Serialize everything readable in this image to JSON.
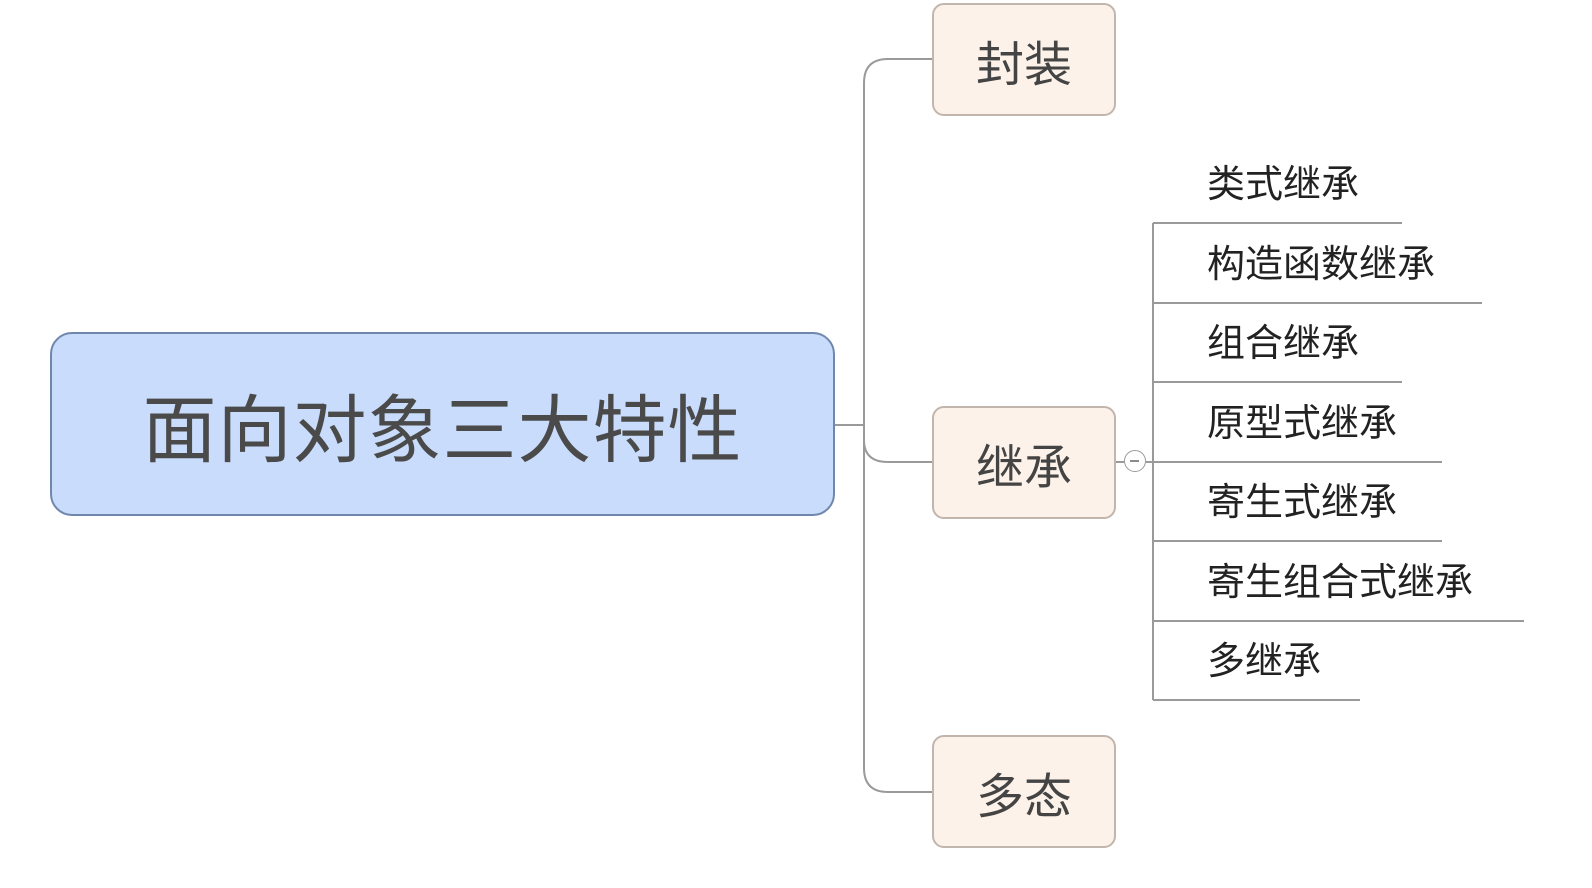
{
  "mindmap": {
    "root": {
      "label": "面向对象三大特性"
    },
    "branches": [
      {
        "label": "封装"
      },
      {
        "label": "继承",
        "collapse_icon": "collapse-minus-icon",
        "children": [
          "类式继承",
          "构造函数继承",
          "组合继承",
          "原型式继承",
          "寄生式继承",
          "寄生组合式继承",
          "多继承"
        ]
      },
      {
        "label": "多态"
      }
    ]
  },
  "colors": {
    "root_fill": "#c9dcfb",
    "root_border": "#6f86ad",
    "branch_fill": "#fdf2e9",
    "branch_border": "#c2b5ac",
    "connector": "#9a9a9a"
  }
}
